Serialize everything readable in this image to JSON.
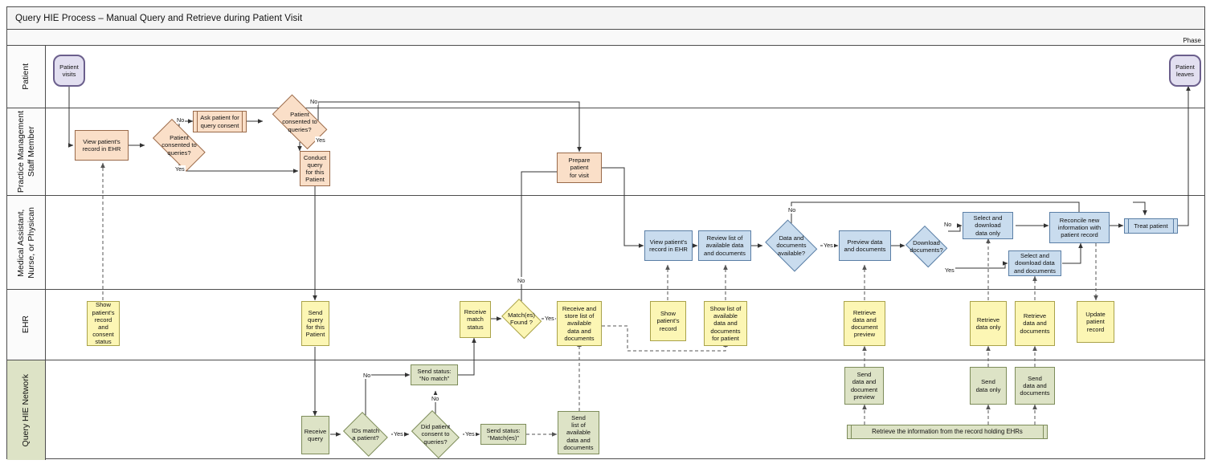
{
  "diagram": {
    "title": "Query HIE Process – Manual Query and Retrieve during Patient Visit",
    "phase_label": "Phase",
    "type": "bpmn-swimlane-flowchart"
  },
  "colors": {
    "patient_event_fill": "#e2dff0",
    "patient_event_stroke": "#6b5f8c",
    "practice_fill": "#fadfc8",
    "practice_stroke": "#9a6a4a",
    "clinician_fill": "#c9dcee",
    "clinician_stroke": "#5b7fa6",
    "ehr_fill": "#fcf6b4",
    "ehr_stroke": "#a9a24a",
    "hie_fill": "#dde3c6",
    "hie_stroke": "#7d8c5a",
    "frame_stroke": "#4d4d4d",
    "title_bar_bg": "#f4f4f4"
  },
  "lanes": [
    {
      "id": "patient",
      "label": "Patient"
    },
    {
      "id": "practice",
      "label": "Practice Management\nStaff Member"
    },
    {
      "id": "clinician",
      "label": "Medical Assistant,\nNurse, or Physican"
    },
    {
      "id": "ehr",
      "label": "EHR"
    },
    {
      "id": "hie",
      "label": "Query HIE Network"
    }
  ],
  "nodes": {
    "patient_visits": {
      "label": "Patient\nvisits",
      "lane": "patient",
      "shape": "event"
    },
    "patient_leaves": {
      "label": "Patient\nleaves",
      "lane": "patient",
      "shape": "event"
    },
    "view_record_ehr_pm": {
      "label": "View patient's\nrecord in EHR",
      "lane": "practice",
      "shape": "task"
    },
    "gw_consent_1": {
      "label": "Patient\nconsented to\nqueries?",
      "lane": "practice",
      "shape": "gateway"
    },
    "ask_consent": {
      "label": "Ask patient for\nquery consent",
      "lane": "practice",
      "shape": "subprocess"
    },
    "gw_consent_2": {
      "label": "Patient\nconsented to\nqueries?",
      "lane": "practice",
      "shape": "gateway"
    },
    "conduct_query": {
      "label": "Conduct\nquery\nfor this\nPatient",
      "lane": "practice",
      "shape": "task"
    },
    "prepare_patient": {
      "label": "Prepare\npatient\nfor visit",
      "lane": "practice",
      "shape": "task"
    },
    "view_record_ehr_ma": {
      "label": "View patient's\nrecord in EHR",
      "lane": "clinician",
      "shape": "task"
    },
    "review_list": {
      "label": "Review list of\navailable data\nand documents",
      "lane": "clinician",
      "shape": "task"
    },
    "gw_data_available": {
      "label": "Data and\ndocuments\navailable?",
      "lane": "clinician",
      "shape": "gateway"
    },
    "preview_data": {
      "label": "Preview data\nand documents",
      "lane": "clinician",
      "shape": "task"
    },
    "gw_download_docs": {
      "label": "Download\ndocuments?",
      "lane": "clinician",
      "shape": "gateway"
    },
    "select_dl_data_only": {
      "label": "Select and\ndownload\ndata only",
      "lane": "clinician",
      "shape": "task"
    },
    "select_dl_data_docs": {
      "label": "Select and\ndownload data\nand documents",
      "lane": "clinician",
      "shape": "task"
    },
    "reconcile": {
      "label": "Reconcile new\ninformation with\npatient record",
      "lane": "clinician",
      "shape": "task"
    },
    "treat_patient": {
      "label": "Treat patient",
      "lane": "clinician",
      "shape": "subprocess"
    },
    "show_record_consent": {
      "label": "Show\npatient's\nrecord and\nconsent\nstatus",
      "lane": "ehr",
      "shape": "task"
    },
    "send_query": {
      "label": "Send\nquery\nfor this\nPatient",
      "lane": "ehr",
      "shape": "task"
    },
    "receive_match_status": {
      "label": "Receive\nmatch\nstatus",
      "lane": "ehr",
      "shape": "task"
    },
    "gw_matches_found": {
      "label": "Match(es)\nFound ?",
      "lane": "ehr",
      "shape": "gateway"
    },
    "receive_store_list": {
      "label": "Receive and\nstore list of\navailable\ndata and\ndocuments",
      "lane": "ehr",
      "shape": "task"
    },
    "show_patients_record": {
      "label": "Show\npatient's\nrecord",
      "lane": "ehr",
      "shape": "task"
    },
    "show_list_available": {
      "label": "Show list of\navailable\ndata and\ndocuments\nfor patient",
      "lane": "ehr",
      "shape": "task"
    },
    "retrieve_data_doc_prev": {
      "label": "Retrieve\ndata and\ndocument\npreview",
      "lane": "ehr",
      "shape": "task"
    },
    "retrieve_data_only": {
      "label": "Retrieve\ndata only",
      "lane": "ehr",
      "shape": "task"
    },
    "retrieve_data_docs": {
      "label": "Retrieve\ndata and\ndocuments",
      "lane": "ehr",
      "shape": "task"
    },
    "update_patient_record": {
      "label": "Update\npatient\nrecord",
      "lane": "ehr",
      "shape": "task"
    },
    "receive_query": {
      "label": "Receive\nquery",
      "lane": "hie",
      "shape": "task"
    },
    "gw_ids_match": {
      "label": "IDs match\na patient?",
      "lane": "hie",
      "shape": "gateway"
    },
    "gw_did_consent": {
      "label": "Did patient\nconsent to\nqueries?",
      "lane": "hie",
      "shape": "gateway"
    },
    "send_status_nomatch": {
      "label": "Send status:\n“No match”",
      "lane": "hie",
      "shape": "task"
    },
    "send_status_match": {
      "label": "Send status:\n“Match(es)”",
      "lane": "hie",
      "shape": "task"
    },
    "send_list_available": {
      "label": "Send\nlist of\navailable\ndata and\ndocuments",
      "lane": "hie",
      "shape": "task"
    },
    "send_data_doc_prev": {
      "label": "Send\ndata and\ndocument\npreview",
      "lane": "hie",
      "shape": "task"
    },
    "send_data_only": {
      "label": "Send\ndata only",
      "lane": "hie",
      "shape": "task"
    },
    "send_data_docs": {
      "label": "Send\ndata and\ndocuments",
      "lane": "hie",
      "shape": "task"
    },
    "retrieve_info_ehrs": {
      "label": "Retrieve the information from the record holding EHRs",
      "lane": "hie",
      "shape": "subprocess"
    }
  },
  "edge_labels": {
    "consent1_no": "No",
    "consent1_yes": "Yes",
    "consent2_no": "No",
    "consent2_yes": "Yes",
    "data_avail_no": "No",
    "data_avail_yes": "Yes",
    "download_no": "No",
    "download_yes": "Yes",
    "matches_no": "No",
    "matches_yes": "Yes",
    "ids_match_no": "No",
    "ids_match_yes": "Yes",
    "did_consent_no": "No",
    "did_consent_yes": "Yes"
  }
}
